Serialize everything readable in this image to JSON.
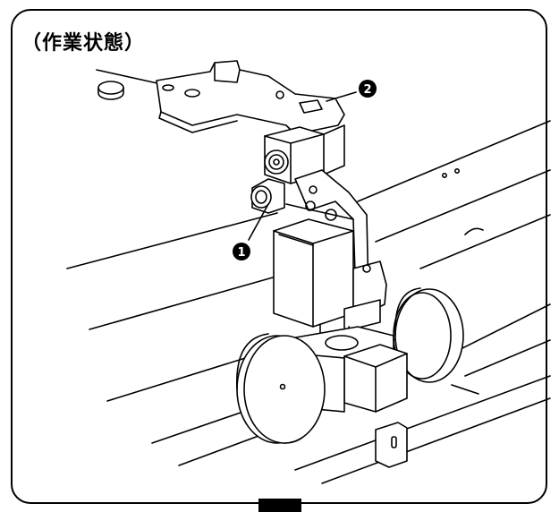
{
  "title": "（作業状態）",
  "callouts": [
    {
      "id": 1,
      "label": "1",
      "glyph": "❶"
    },
    {
      "id": 2,
      "label": "2",
      "glyph": "❷"
    }
  ],
  "colors": {
    "line": "#000000",
    "background": "#ffffff",
    "marker": "#000000"
  }
}
